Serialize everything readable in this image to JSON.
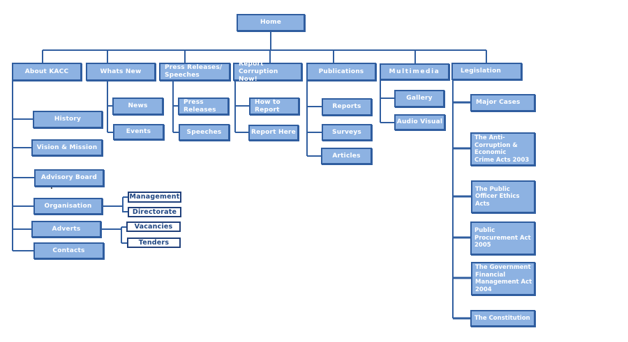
{
  "diagram_type": "sitemap-tree",
  "colors": {
    "node_fill": "#8db2e2",
    "node_border": "#2f5d9f",
    "node_text": "#ffffff",
    "outline_fill": "#ffffff",
    "outline_border": "#1f3f7a",
    "outline_text": "#1f4682",
    "connector": "#2f5d9f",
    "background": "#ffffff"
  },
  "stray_dot": ".",
  "nodes": {
    "home": {
      "label": "Home",
      "parent": null
    },
    "about-kacc": {
      "label": "About KACC",
      "parent": "home"
    },
    "whats-new": {
      "label": "Whats New",
      "parent": "home"
    },
    "press-releases-speeches": {
      "label": "Press Releases/\nSpeeches",
      "parent": "home"
    },
    "report-corruption-now": {
      "label": "Report Corruption\nNow!",
      "parent": "home"
    },
    "publications": {
      "label": "Publications",
      "parent": "home"
    },
    "multimedia": {
      "label": "Multimedia",
      "parent": "home"
    },
    "legislation": {
      "label": "Legislation",
      "parent": "home"
    },
    "history": {
      "label": "History",
      "parent": "about-kacc"
    },
    "vision-mission": {
      "label": "Vision & Mission",
      "parent": "about-kacc"
    },
    "advisory-board": {
      "label": "Advisory Board",
      "parent": "about-kacc"
    },
    "organisation": {
      "label": "Organisation",
      "parent": "about-kacc"
    },
    "adverts": {
      "label": "Adverts",
      "parent": "about-kacc"
    },
    "contacts": {
      "label": "Contacts",
      "parent": "about-kacc"
    },
    "management": {
      "label": "Management",
      "parent": "organisation",
      "style": "outline"
    },
    "directorate": {
      "label": "Directorate",
      "parent": "organisation",
      "style": "outline"
    },
    "vacancies": {
      "label": "Vacancies",
      "parent": "adverts",
      "style": "outline"
    },
    "tenders": {
      "label": "Tenders",
      "parent": "adverts",
      "style": "outline"
    },
    "news": {
      "label": "News",
      "parent": "whats-new"
    },
    "events": {
      "label": "Events",
      "parent": "whats-new"
    },
    "press-releases": {
      "label": "Press\nReleases",
      "parent": "press-releases-speeches"
    },
    "speeches": {
      "label": "Speeches",
      "parent": "press-releases-speeches"
    },
    "how-to-report": {
      "label": "How to\nReport",
      "parent": "report-corruption-now"
    },
    "report-here": {
      "label": "Report Here",
      "parent": "report-corruption-now"
    },
    "reports": {
      "label": "Reports",
      "parent": "publications"
    },
    "surveys": {
      "label": "Surveys",
      "parent": "publications"
    },
    "articles": {
      "label": "Articles",
      "parent": "publications"
    },
    "gallery": {
      "label": "Gallery",
      "parent": "multimedia"
    },
    "audio-visual": {
      "label": "Audio Visual",
      "parent": "multimedia"
    },
    "major-cases": {
      "label": "Major Cases",
      "parent": "legislation"
    },
    "anti-corruption-acts-2003": {
      "label": "The Anti-\nCorruption &\nEconomic\nCrime Acts 2003",
      "parent": "legislation"
    },
    "public-officer-ethics-acts": {
      "label": "The Public\nOfficer Ethics\nActs",
      "parent": "legislation"
    },
    "public-procurement-act-2005": {
      "label": "Public\nProcurement Act\n2005",
      "parent": "legislation"
    },
    "government-financial-management-act-2004": {
      "label": "The Government\nFinancial\nManagement Act\n2004",
      "parent": "legislation"
    },
    "the-constitution": {
      "label": "The Constitution",
      "parent": "legislation"
    }
  }
}
